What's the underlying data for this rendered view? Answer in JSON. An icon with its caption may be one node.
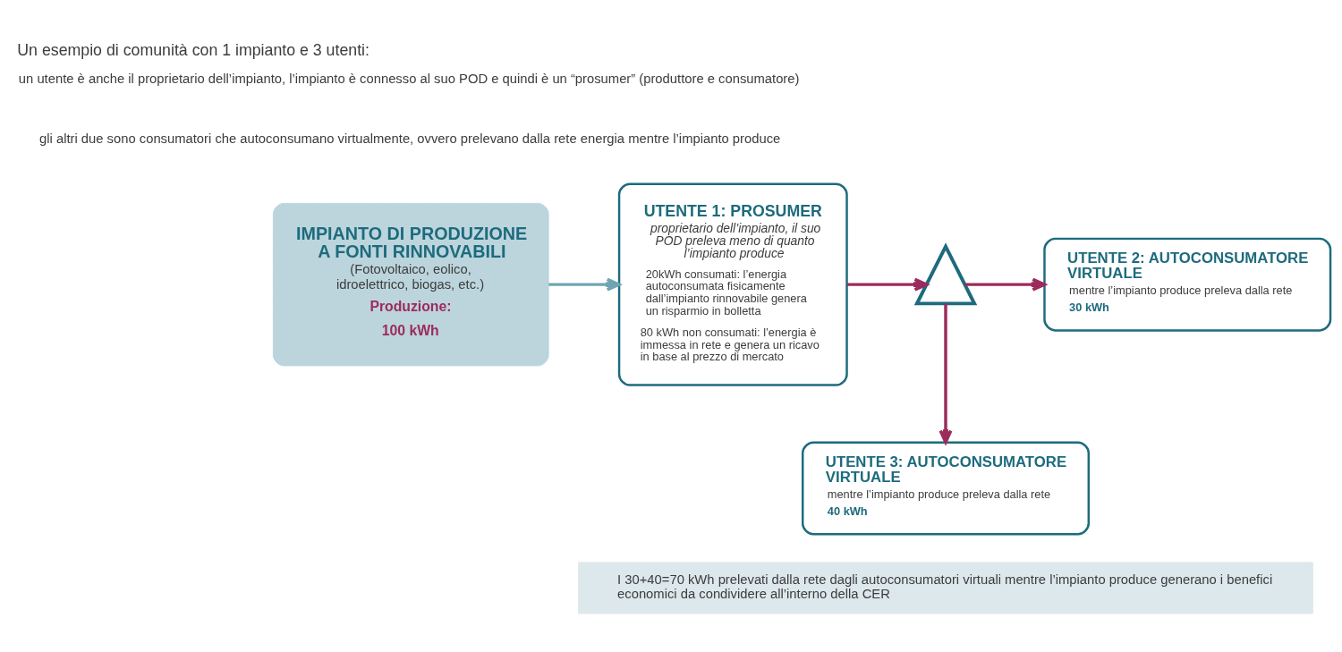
{
  "diagram": {
    "title": "Un esempio di comunità con 1 impianto e 3 utenti:",
    "nodes": [
      {
        "text": [
          "IMPIANTO DI PRODUZIONE A FONTI RINNOVABILI",
          "(Fotovoltaico, eolico, idroelettrico, biogas, etc.)",
          "Produzione:",
          "100 kWh"
        ]
      },
      {
        "text": [
          "UTENTE 1: PROSUMER",
          "proprietario dell’impianto, il suo POD preleva meno di quanto l’impianto produce",
          "20kWh consumati: l’energia autoconsumata fisicamente dall’impianto rinnovabile genera un risparmio in bolletta",
          "80 kWh non consumati: l’energia è immessa in rete e genera un ricavo in base al prezzo di mercato"
        ]
      },
      {
        "text": [],
        "shape": "picture"
      },
      {
        "text": [
          "UTENTE 2: AUTOCONSUMATORE VIRTUALE",
          "mentre l’impianto produce preleva dalla rete",
          "30 kWh"
        ]
      },
      {
        "text": [
          "UTENTE 3: AUTOCONSUMATORE VIRTUALE",
          "mentre l’impianto produce preleva dalla rete",
          "40 kWh"
        ]
      },
      {
        "text": [
          "I 30+40=70 kWh prelevati dalla rete dagli autoconsumatori virtuali mentre l’impianto produce generano i benefici economici da condividere all’interno della CER"
        ]
      }
    ],
    "edges": [
      {
        "from": 0,
        "to": 1,
        "arrow": "to",
        "color": "#6fa5b3"
      },
      {
        "from": 1,
        "to": 2,
        "arrow": "to"
      },
      {
        "from": 2,
        "to": 3,
        "arrow": "to"
      },
      {
        "from": 2,
        "to": 4,
        "arrow": "to"
      }
    ],
    "labels": [
      "un utente è anche il proprietario dell’impianto, l’impianto è connesso al suo POD e quindi è un “prosumer” (produttore e consumatore)",
      "gli altri due sono consumatori che autoconsumano virtualmente, ovvero prelevano dalla rete energia mentre l’impianto produce"
    ]
  }
}
